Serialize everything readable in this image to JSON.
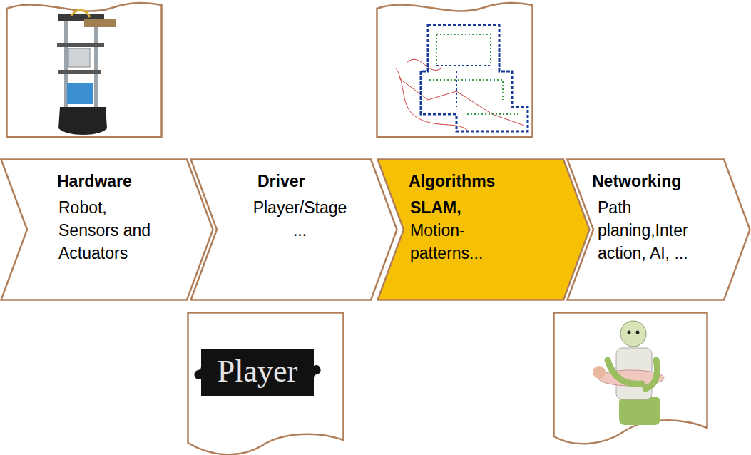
{
  "diagram": {
    "nodes": [
      {
        "text": [
          "Hardware",
          "Robot, Sensors and Actuators"
        ]
      },
      {
        "text": [
          "Driver",
          "Player/Stage ..."
        ]
      },
      {
        "text": [
          "Algorithms",
          "SLAM,",
          "Motion- patterns..."
        ]
      },
      {
        "text": [
          "Networking",
          "Path planing,Inter action, AI, ..."
        ]
      },
      {
        "text": [
          "Player"
        ]
      }
    ]
  }
}
